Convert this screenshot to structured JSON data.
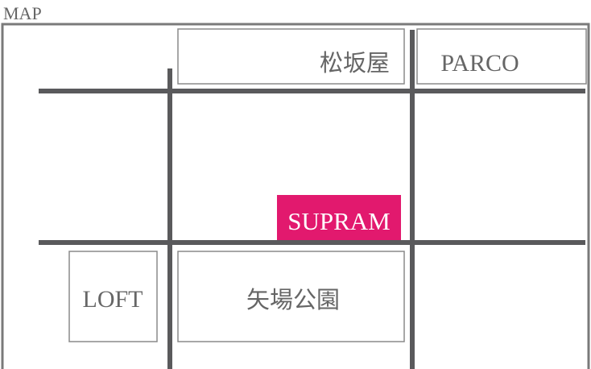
{
  "title": "MAP",
  "landmarks": {
    "matsuzakaya": "松坂屋",
    "parco": "PARCO",
    "loft": "LOFT",
    "yaba_park": "矢場公園",
    "supram": "SUPRAM"
  },
  "colors": {
    "road": "#5a5a5c",
    "frame": "#7a7a7a",
    "building_border": "#8a8a8a",
    "highlight": "#e2196e",
    "label": "#666666"
  }
}
